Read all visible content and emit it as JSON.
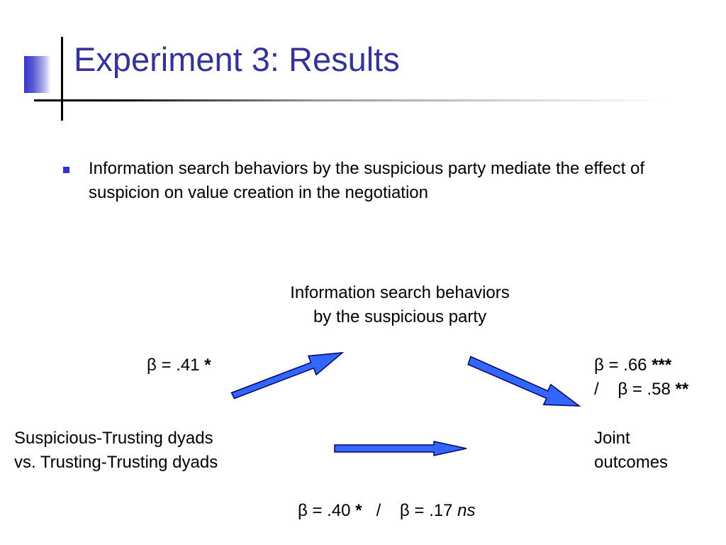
{
  "slide": {
    "title": "Experiment 3: Results",
    "bullet": "Information search behaviors by the suspicious party mediate the effect of suspicion on value creation in the negotiation"
  },
  "diagram": {
    "mediator": [
      "Information search behaviors",
      "by the suspicious party"
    ],
    "predictor": [
      "Suspicious-Trusting dyads",
      "vs. Trusting-Trusting dyads"
    ],
    "outcome": [
      "Joint",
      "outcomes"
    ],
    "path_a": {
      "beta": "β = .41",
      "sig": "*"
    },
    "path_b": {
      "line1_beta": "β = .66",
      "line1_sig": "***",
      "line2_prefix": "/",
      "line2_beta": "β = .58",
      "line2_sig": "**"
    },
    "path_c": {
      "beta_total": "β = .40",
      "sig_total": "*",
      "separator": "/",
      "beta_direct": "β = .17",
      "sig_direct": "ns"
    },
    "arrow_color": "#3366ff",
    "arrow_outline": "#000066"
  }
}
